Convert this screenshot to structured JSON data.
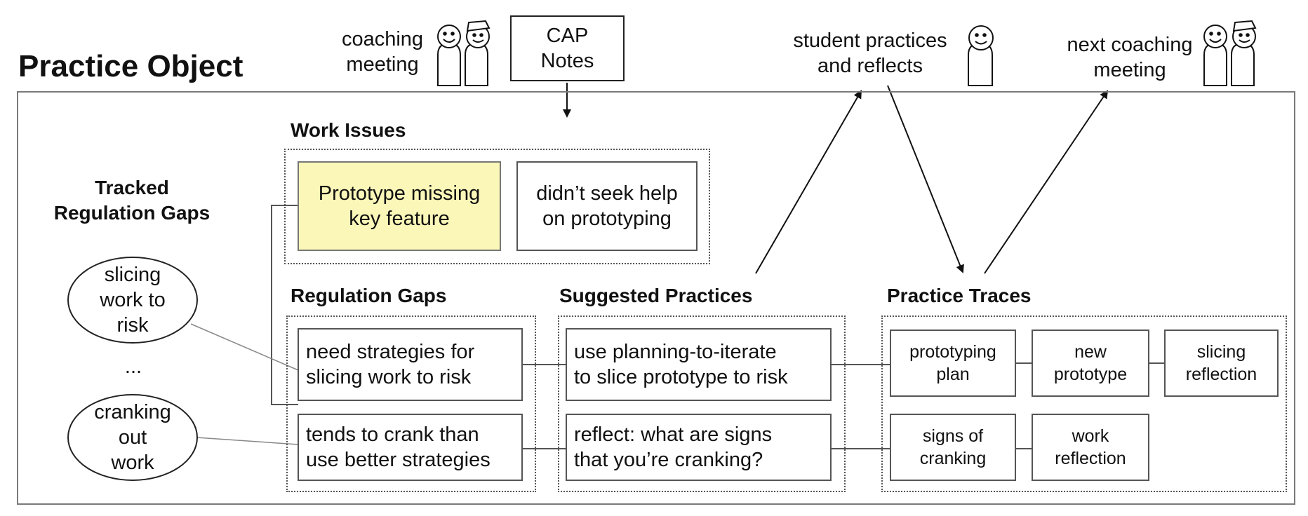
{
  "title": "Practice Object",
  "top": {
    "coaching_meeting": [
      "coaching",
      "meeting"
    ],
    "cap_notes": [
      "CAP",
      "Notes"
    ],
    "student_practices": [
      "student practices",
      "and reflects"
    ],
    "next_coaching": [
      "next coaching",
      "meeting"
    ]
  },
  "tracked_title": [
    "Tracked",
    "Regulation Gaps"
  ],
  "tracked_gaps": [
    [
      "slicing",
      "work to",
      "risk"
    ],
    [
      "cranking",
      "out",
      "work"
    ]
  ],
  "ellipsis": "...",
  "sections": {
    "work_issues": "Work Issues",
    "regulation_gaps": "Regulation Gaps",
    "suggested_practices": "Suggested Practices",
    "practice_traces": "Practice Traces"
  },
  "work_issues": [
    [
      "Prototype missing",
      "key feature"
    ],
    [
      "didn’t seek help",
      "on prototyping"
    ]
  ],
  "regulation_gaps": [
    [
      "need strategies for",
      "slicing work to risk"
    ],
    [
      "tends to crank than",
      "use better strategies"
    ]
  ],
  "suggested_practices": [
    [
      "use planning-to-iterate",
      "to slice prototype to risk"
    ],
    [
      "reflect: what are signs",
      "that you’re cranking?"
    ]
  ],
  "practice_traces": {
    "row1": [
      [
        "prototyping",
        "plan"
      ],
      [
        "new",
        "prototype"
      ],
      [
        "slicing",
        "reflection"
      ]
    ],
    "row2": [
      [
        "signs of",
        "cranking"
      ],
      [
        "work",
        "reflection"
      ]
    ]
  },
  "colors": {
    "highlight": "#fbf7b9",
    "frame": "#7a7a7a"
  }
}
